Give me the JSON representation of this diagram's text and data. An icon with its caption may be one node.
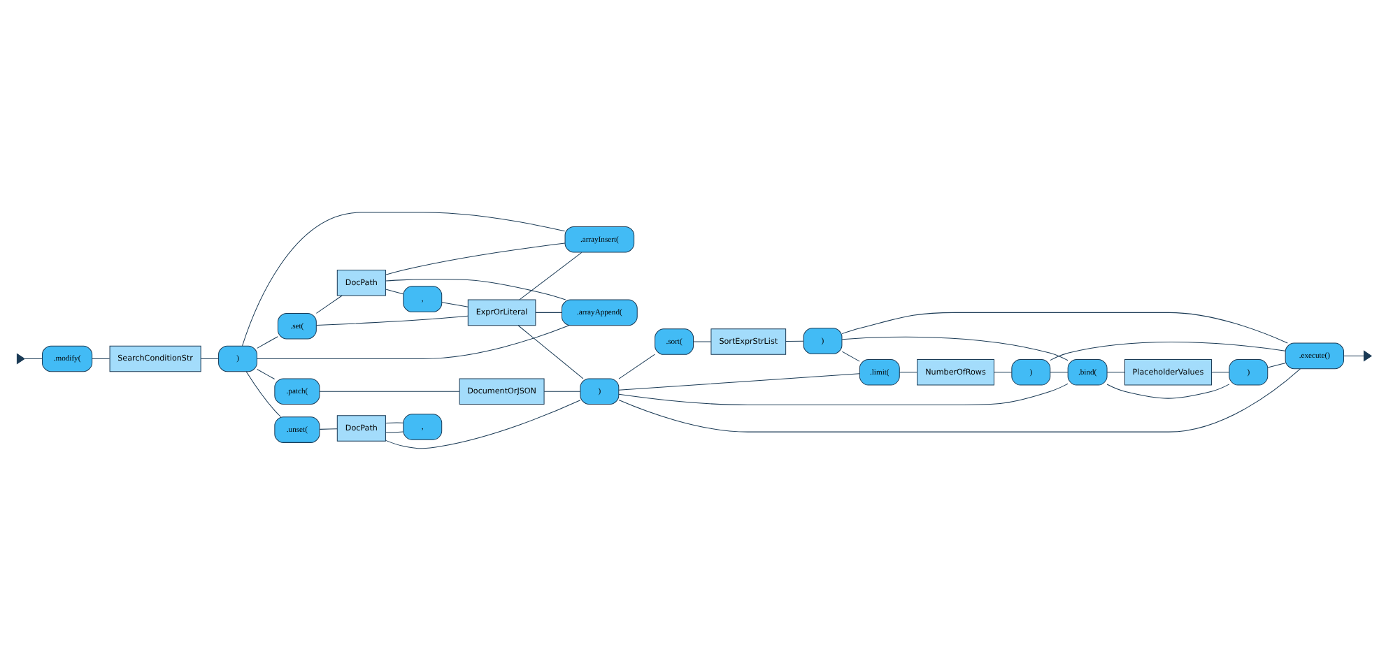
{
  "diagram": {
    "nodes": [
      {
        "text": [],
        "shape": "triangle"
      },
      {
        "text": [
          ".modify("
        ]
      },
      {
        "text": [
          "SearchConditionStr"
        ]
      },
      {
        "text": [
          ")"
        ]
      },
      {
        "text": [
          ".set("
        ]
      },
      {
        "text": [
          ".arrayInsert("
        ]
      },
      {
        "text": [
          ".arrayAppend("
        ]
      },
      {
        "text": [
          "DocPath"
        ]
      },
      {
        "text": [
          ","
        ]
      },
      {
        "text": [
          "ExprOrLiteral"
        ]
      },
      {
        "text": [
          ".unset("
        ]
      },
      {
        "text": [
          ","
        ]
      },
      {
        "text": [
          "DocPath"
        ]
      },
      {
        "text": [
          ".patch("
        ]
      },
      {
        "text": [
          "DocumentOrJSON"
        ]
      },
      {
        "text": [
          ")"
        ]
      },
      {
        "text": [
          ".sort("
        ]
      },
      {
        "text": [
          "SortExprStrList"
        ]
      },
      {
        "text": [
          ")"
        ]
      },
      {
        "text": [
          ".limit("
        ]
      },
      {
        "text": [
          "NumberOfRows"
        ]
      },
      {
        "text": [
          ")"
        ]
      },
      {
        "text": [
          ".bind("
        ]
      },
      {
        "text": [
          "PlaceholderValues"
        ]
      },
      {
        "text": [
          ")"
        ]
      },
      {
        "text": [
          ".execute()"
        ]
      },
      {
        "text": [],
        "shape": "triangle"
      }
    ],
    "edges": [
      {
        "from": 0,
        "to": 1,
        "arrow": "none"
      },
      {
        "from": 1,
        "to": 2,
        "arrow": "none"
      },
      {
        "from": 2,
        "to": 3,
        "arrow": "none"
      },
      {
        "from": 3,
        "to": 4,
        "arrow": "none"
      },
      {
        "from": 3,
        "to": 5,
        "arrow": "none"
      },
      {
        "from": 3,
        "to": 6,
        "arrow": "none"
      },
      {
        "from": 3,
        "to": 10,
        "arrow": "none"
      },
      {
        "from": 3,
        "to": 13,
        "arrow": "none"
      },
      {
        "from": 4,
        "to": 7,
        "arrow": "none"
      },
      {
        "from": 5,
        "to": 7,
        "arrow": "none"
      },
      {
        "from": 6,
        "to": 7,
        "arrow": "none"
      },
      {
        "from": 7,
        "to": 8,
        "arrow": "none"
      },
      {
        "from": 8,
        "to": 9,
        "arrow": "none"
      },
      {
        "from": 9,
        "to": 4,
        "arrow": "none"
      },
      {
        "from": 9,
        "to": 5,
        "arrow": "none"
      },
      {
        "from": 9,
        "to": 6,
        "arrow": "none"
      },
      {
        "from": 9,
        "to": 15,
        "arrow": "none"
      },
      {
        "from": 10,
        "to": 12,
        "arrow": "none"
      },
      {
        "from": 12,
        "to": 11,
        "arrow": "none"
      },
      {
        "from": 11,
        "to": 12,
        "arrow": "none"
      },
      {
        "from": 12,
        "to": 15,
        "arrow": "none"
      },
      {
        "from": 13,
        "to": 14,
        "arrow": "none"
      },
      {
        "from": 14,
        "to": 15,
        "arrow": "none"
      },
      {
        "from": 15,
        "to": 16,
        "arrow": "none"
      },
      {
        "from": 15,
        "to": 19,
        "arrow": "none"
      },
      {
        "from": 15,
        "to": 22,
        "arrow": "none"
      },
      {
        "from": 15,
        "to": 25,
        "arrow": "none"
      },
      {
        "from": 16,
        "to": 17,
        "arrow": "none"
      },
      {
        "from": 17,
        "to": 18,
        "arrow": "none"
      },
      {
        "from": 18,
        "to": 19,
        "arrow": "none"
      },
      {
        "from": 18,
        "to": 22,
        "arrow": "none"
      },
      {
        "from": 18,
        "to": 25,
        "arrow": "none"
      },
      {
        "from": 19,
        "to": 20,
        "arrow": "none"
      },
      {
        "from": 20,
        "to": 21,
        "arrow": "none"
      },
      {
        "from": 21,
        "to": 22,
        "arrow": "none"
      },
      {
        "from": 21,
        "to": 25,
        "arrow": "none"
      },
      {
        "from": 22,
        "to": 23,
        "arrow": "none"
      },
      {
        "from": 23,
        "to": 24,
        "arrow": "none"
      },
      {
        "from": 24,
        "to": 22,
        "arrow": "none"
      },
      {
        "from": 24,
        "to": 25,
        "arrow": "none"
      },
      {
        "from": 25,
        "to": 26,
        "arrow": "none"
      }
    ]
  }
}
